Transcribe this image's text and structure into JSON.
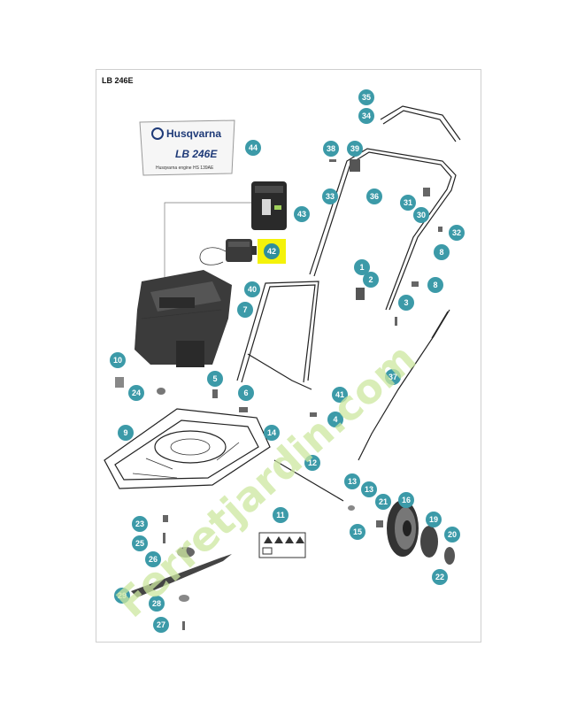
{
  "header": {
    "model_label": "LB 246E"
  },
  "logo_card": {
    "brand": "Husqvarna",
    "model": "LB 246E",
    "engine_note": "Husqvarna engine HS 139AE"
  },
  "callouts": [
    {
      "id": "35",
      "text": "35"
    },
    {
      "id": "34",
      "text": "34"
    },
    {
      "id": "44",
      "text": "44"
    },
    {
      "id": "38",
      "text": "38"
    },
    {
      "id": "39",
      "text": "39"
    },
    {
      "id": "33",
      "text": "33"
    },
    {
      "id": "36",
      "text": "36"
    },
    {
      "id": "31",
      "text": "31"
    },
    {
      "id": "30",
      "text": "30"
    },
    {
      "id": "43",
      "text": "43"
    },
    {
      "id": "32",
      "text": "32"
    },
    {
      "id": "42",
      "text": "42"
    },
    {
      "id": "8a",
      "text": "8"
    },
    {
      "id": "1",
      "text": "1"
    },
    {
      "id": "2",
      "text": "2"
    },
    {
      "id": "8b",
      "text": "8"
    },
    {
      "id": "40",
      "text": "40"
    },
    {
      "id": "3",
      "text": "3"
    },
    {
      "id": "7",
      "text": "7"
    },
    {
      "id": "10",
      "text": "10"
    },
    {
      "id": "37",
      "text": "37"
    },
    {
      "id": "5",
      "text": "5"
    },
    {
      "id": "24",
      "text": "24"
    },
    {
      "id": "6",
      "text": "6"
    },
    {
      "id": "41",
      "text": "41"
    },
    {
      "id": "4",
      "text": "4"
    },
    {
      "id": "9",
      "text": "9"
    },
    {
      "id": "14",
      "text": "14"
    },
    {
      "id": "12",
      "text": "12"
    },
    {
      "id": "13a",
      "text": "13"
    },
    {
      "id": "13b",
      "text": "13"
    },
    {
      "id": "21",
      "text": "21"
    },
    {
      "id": "16",
      "text": "16"
    },
    {
      "id": "11",
      "text": "11"
    },
    {
      "id": "23",
      "text": "23"
    },
    {
      "id": "19",
      "text": "19"
    },
    {
      "id": "15",
      "text": "15"
    },
    {
      "id": "25",
      "text": "25"
    },
    {
      "id": "20",
      "text": "20"
    },
    {
      "id": "26",
      "text": "26"
    },
    {
      "id": "22",
      "text": "22"
    },
    {
      "id": "29",
      "text": "29"
    },
    {
      "id": "28",
      "text": "28"
    },
    {
      "id": "27",
      "text": "27"
    }
  ],
  "highlighted_part": "42",
  "watermark": {
    "text": "Ferretjardin.com"
  },
  "colors": {
    "callout": "#3c9aa8",
    "highlight": "#f4f20a",
    "watermark": "#cde8a0"
  }
}
